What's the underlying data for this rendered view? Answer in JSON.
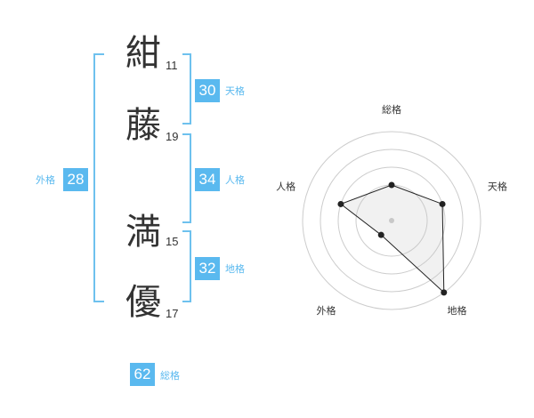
{
  "name": {
    "chars": [
      {
        "char": "紺",
        "strokes": "11"
      },
      {
        "char": "藤",
        "strokes": "19"
      },
      {
        "char": "満",
        "strokes": "15"
      },
      {
        "char": "優",
        "strokes": "17"
      }
    ]
  },
  "fortunes": {
    "tenkaku": {
      "value": "30",
      "label": "天格"
    },
    "jinkaku": {
      "value": "34",
      "label": "人格"
    },
    "chikaku": {
      "value": "32",
      "label": "地格"
    },
    "gaikaku": {
      "value": "28",
      "label": "外格"
    },
    "soukaku": {
      "value": "62",
      "label": "総格"
    }
  },
  "colors": {
    "accent": "#5ab9ef",
    "bracket": "#6ec1ee",
    "text": "#333333"
  },
  "chart_data": {
    "type": "radar",
    "axes": [
      "総格",
      "天格",
      "地格",
      "外格",
      "人格"
    ],
    "values": [
      2,
      3,
      5,
      1,
      3
    ],
    "max": 5,
    "rings": 4
  }
}
